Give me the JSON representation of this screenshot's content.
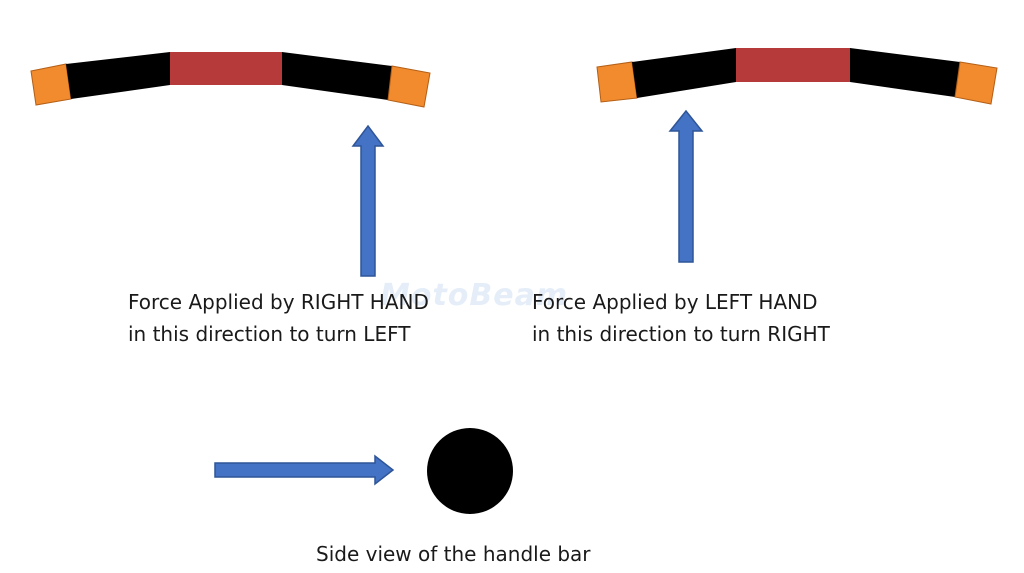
{
  "diagram": {
    "colors": {
      "grip_end": "#f28a2e",
      "grip": "#000000",
      "center": "#b73a3a",
      "arrow": "#4472c4",
      "arrow_edge": "#2f5597",
      "handle_section": "#000000"
    }
  },
  "captions": {
    "right_hand": {
      "line1": "Force Applied  by RIGHT HAND",
      "line2": "in this direction to turn LEFT"
    },
    "left_hand": {
      "line1": "Force Applied  by LEFT HAND",
      "line2": "in this direction to turn RIGHT"
    },
    "side_view": "Side view of the handle bar"
  },
  "watermark": "MotoBeam"
}
